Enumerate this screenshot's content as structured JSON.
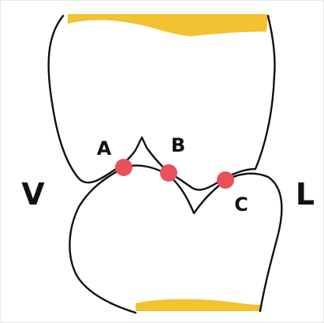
{
  "diagram": {
    "side_labels": {
      "left": "V",
      "right": "L"
    },
    "contact_points": [
      {
        "label": "A"
      },
      {
        "label": "B"
      },
      {
        "label": "C"
      }
    ],
    "colors": {
      "outline": "#111111",
      "enamel_band": "#F2C230",
      "contact_dot": "#E8505B",
      "background": "#FFFFFF"
    }
  }
}
